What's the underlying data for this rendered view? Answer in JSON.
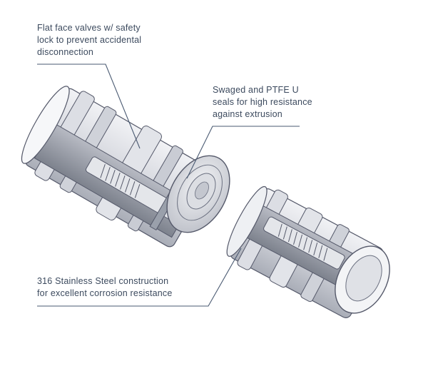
{
  "callouts": {
    "valves": {
      "lines": [
        "Flat face valves w/ safety",
        "lock to prevent accidental",
        "disconnection"
      ]
    },
    "seals": {
      "lines": [
        "Swaged and PTFE U",
        "seals for high resistance",
        "against extrusion"
      ]
    },
    "steel": {
      "lines": [
        "316 Stainless Steel construction",
        "for excellent corrosion resistance"
      ]
    }
  },
  "colors": {
    "text": "#3c4a5e",
    "leader_line": "#4a5a72",
    "metal_light": "#e9eaee",
    "metal_mid": "#c9ccd4",
    "metal_dark": "#8e939e",
    "outline": "#55596a"
  }
}
